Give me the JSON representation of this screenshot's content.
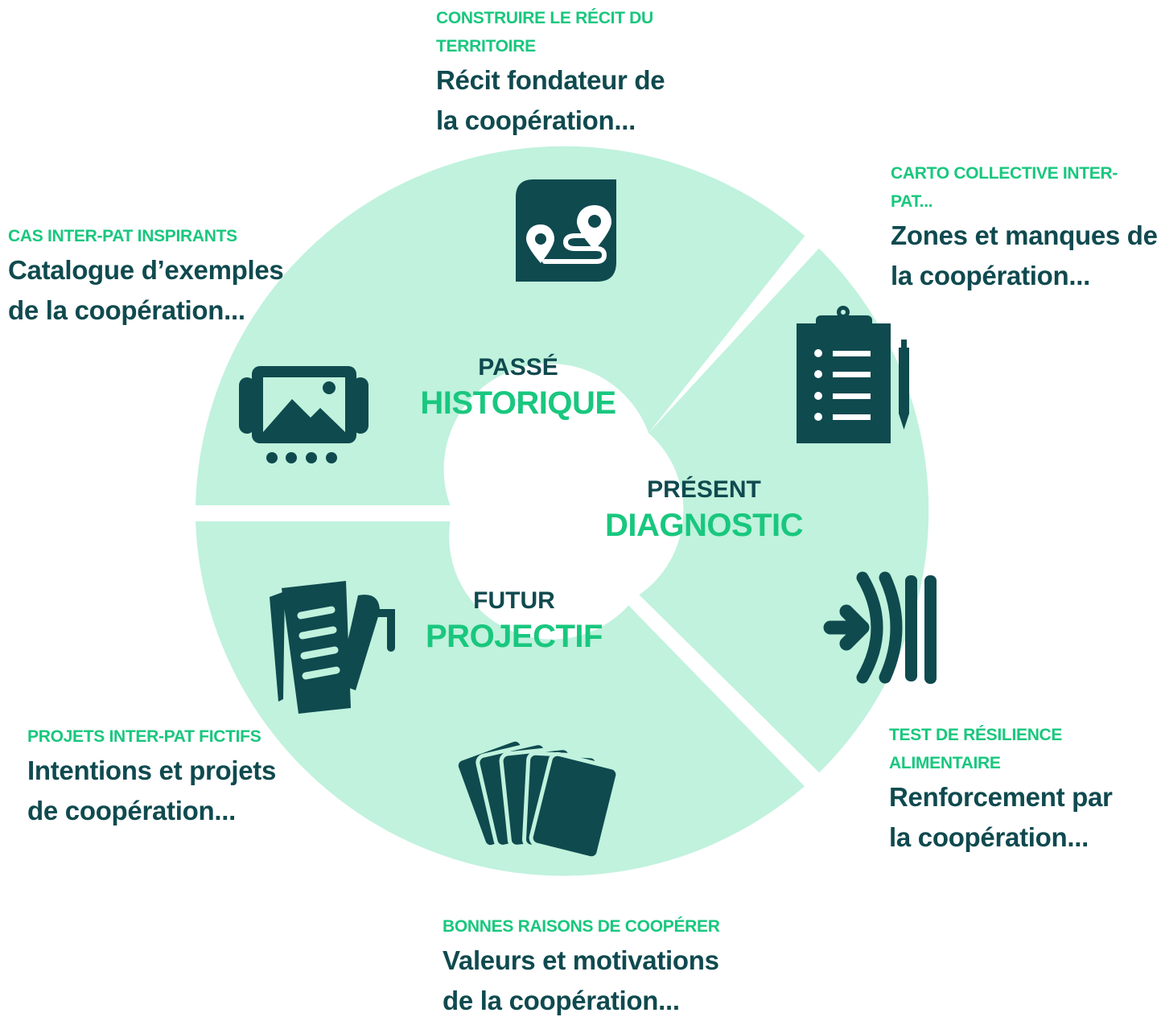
{
  "colors": {
    "segment": "#c0f2dd",
    "dark": "#0f4a4f",
    "accent": "#19c77e"
  },
  "phases": {
    "past": {
      "time": "PASSÉ",
      "name": "HISTORIQUE"
    },
    "present": {
      "time": "PRÉSENT",
      "name": "DIAGNOSTIC"
    },
    "future": {
      "time": "FUTUR",
      "name": "PROJECTIF"
    }
  },
  "tools": {
    "recit": {
      "kicker": "CONSTRUIRE LE RÉCIT DU TERRITOIRE",
      "desc": "Récit fondateur de la coopération..."
    },
    "carto": {
      "kicker": "CARTO COLLECTIVE INTER-PAT...",
      "desc": "Zones et manques de la coopération..."
    },
    "cas": {
      "kicker": "CAS INTER-PAT INSPIRANTS",
      "desc": "Catalogue d’exemples de la coopération..."
    },
    "test": {
      "kicker": "TEST DE RÉSILIENCE ALIMENTAIRE",
      "desc": "Renforcement par la coopération..."
    },
    "projets": {
      "kicker": "PROJETS INTER-PAT FICTIFS",
      "desc": "Intentions et projets de coopération..."
    },
    "raisons": {
      "kicker": "BONNES RAISONS DE COOPÉRER",
      "desc": "Valeurs et motivations de la coopération..."
    }
  },
  "icons": {
    "recit": "route-map-icon",
    "carto": "clipboard-checklist-icon",
    "cas": "image-gallery-icon",
    "test": "resilience-arrow-icon",
    "projets": "documents-pen-icon",
    "raisons": "cards-fan-icon"
  }
}
